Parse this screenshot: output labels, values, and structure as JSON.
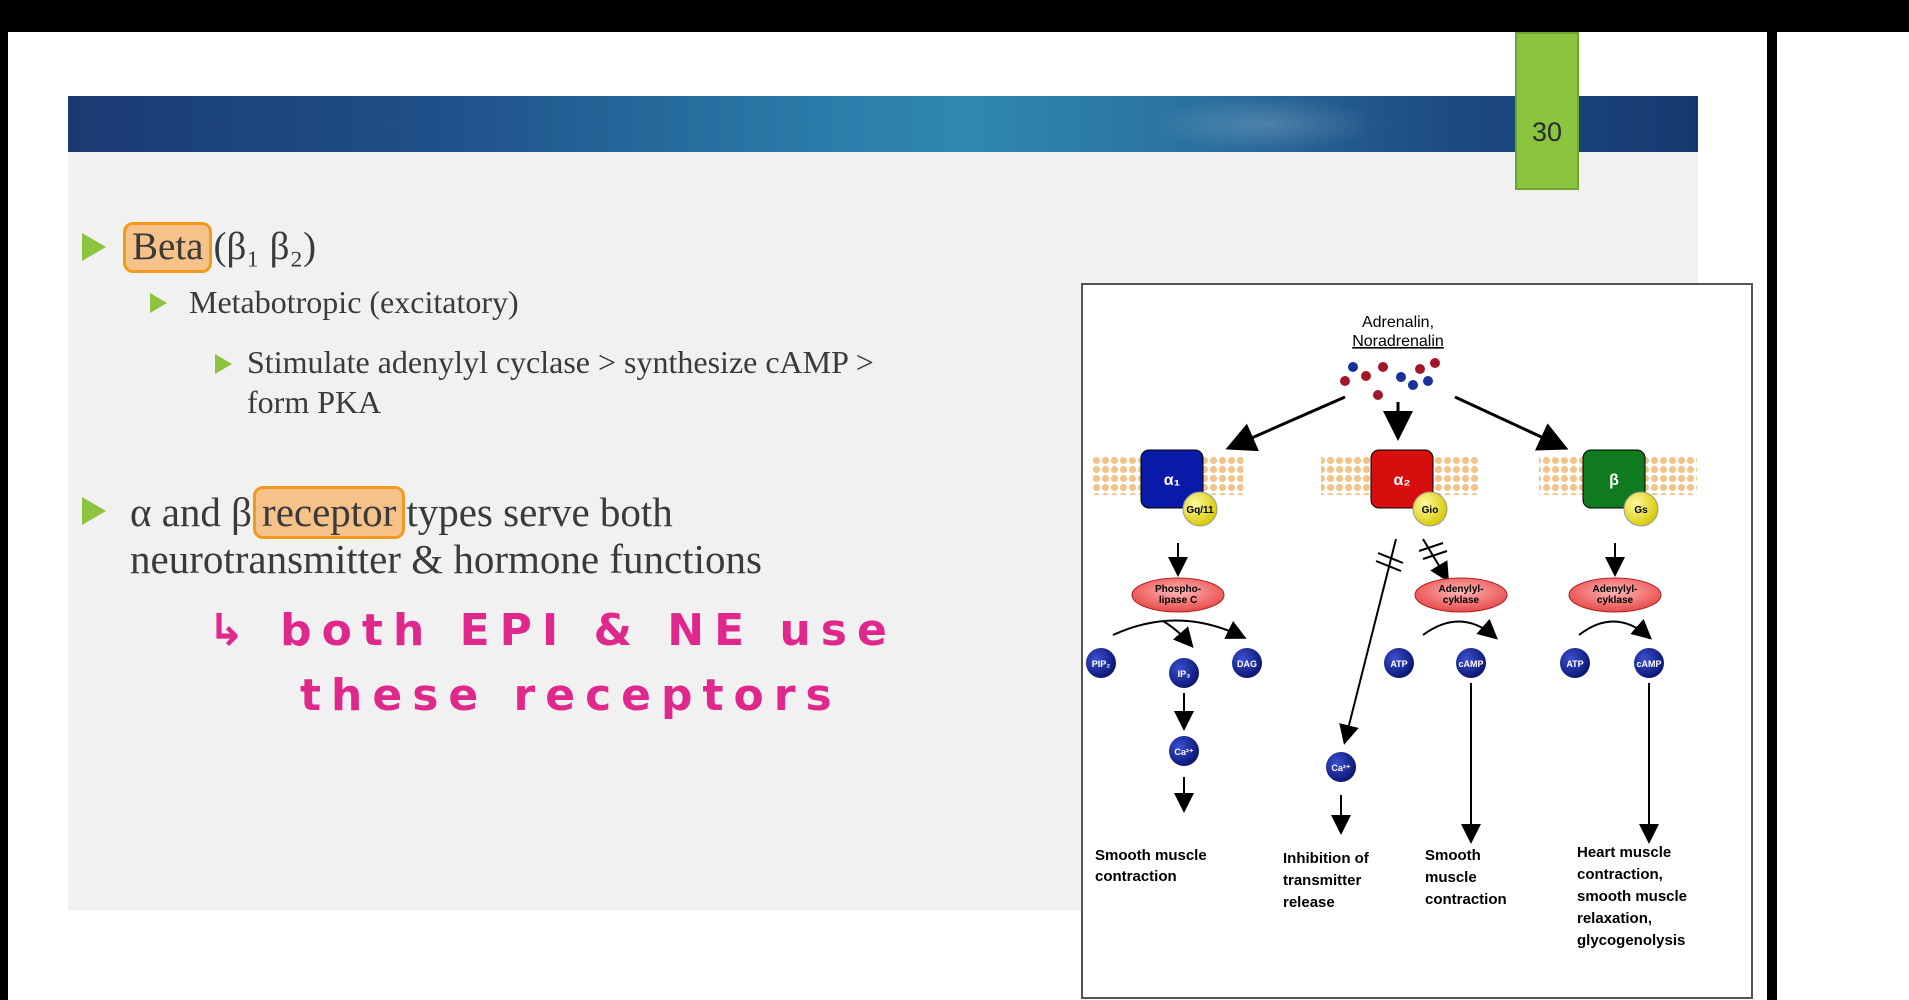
{
  "slide": {
    "page_number": "30",
    "bullet1": {
      "label_highlight": "Beta",
      "label_rest": "(β₁ β₂)",
      "sub1": "Metabotropic (excitatory)",
      "sub2_line1": "Stimulate adenylyl cyclase > synthesize cAMP >",
      "sub2_line2": "form PKA"
    },
    "bullet2": {
      "text_before": "α and β",
      "highlight": "receptor",
      "text_after": "types serve both",
      "line2": "neurotransmitter & hormone functions"
    },
    "handwriting": {
      "line1": "↳ both  EPI & NE  use",
      "line2": "these  receptors"
    },
    "colors": {
      "accent_green": "#8bc53f",
      "highlight_fill": "#f6c28a",
      "highlight_border": "#f39a1e",
      "ink_pink": "#e0288c"
    }
  },
  "figure": {
    "ligand_line1": "Adrenalin,",
    "ligand_line2": "Noradrenalin",
    "receptor_alpha1": "α₁",
    "receptor_alpha2": "α₂",
    "receptor_beta": "β",
    "gprotein_alpha1": "Gq/11",
    "gprotein_alpha2": "Gio",
    "gprotein_beta": "Gs",
    "enzyme_alpha1_line1": "Phospho-",
    "enzyme_alpha1_line2": "lipase C",
    "enzyme_alpha2_line1": "Adenylyl-",
    "enzyme_alpha2_line2": "cyklase",
    "enzyme_beta_line1": "Adenylyl-",
    "enzyme_beta_line2": "cyklase",
    "mol_pip2": "PIP₂",
    "mol_ip3": "IP₃",
    "mol_dag": "DAG",
    "mol_atp": "ATP",
    "mol_camp": "cAMP",
    "mol_ca": "Ca²⁺",
    "outcome_alpha1_line1": "Smooth muscle",
    "outcome_alpha1_line2": "contraction",
    "outcome_alpha2a_line1": "Inhibition of",
    "outcome_alpha2a_line2": "transmitter",
    "outcome_alpha2a_line3": "release",
    "outcome_alpha2b_line1": "Smooth",
    "outcome_alpha2b_line2": "muscle",
    "outcome_alpha2b_line3": "contraction",
    "outcome_beta_line1": "Heart muscle",
    "outcome_beta_line2": "contraction,",
    "outcome_beta_line3": "smooth muscle",
    "outcome_beta_line4": "relaxation,",
    "outcome_beta_line5": "glycogenolysis"
  }
}
